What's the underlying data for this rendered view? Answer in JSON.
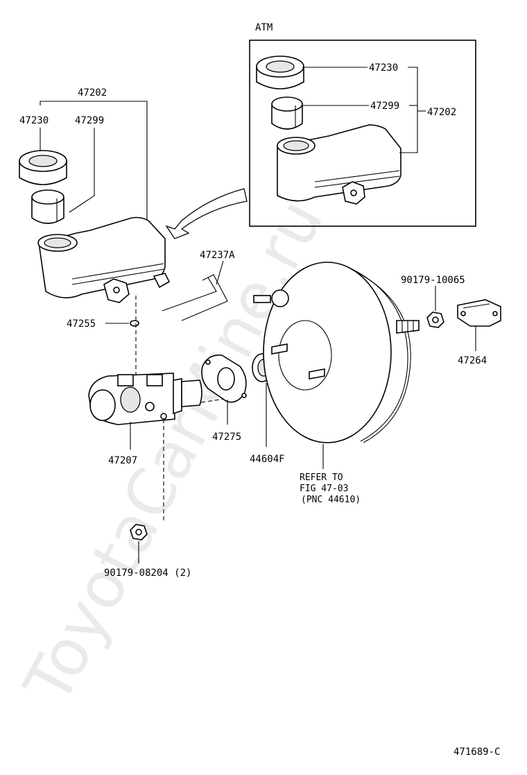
{
  "watermark": "ToyotaCarMine.ru",
  "inset": {
    "label": "ATM"
  },
  "labels": {
    "inset_47230": "47230",
    "inset_47299": "47299",
    "inset_47202": "47202",
    "main_47202": "47202",
    "main_47230": "47230",
    "main_47299": "47299",
    "p47237A": "47237A",
    "p47255": "47255",
    "p90179_10065": "90179-10065",
    "p47264": "47264",
    "p47275": "47275",
    "p44604F": "44604F",
    "p47207": "47207",
    "p90179_08204": "90179-08204 (2)",
    "refer_line1": "REFER TO",
    "refer_line2": "FIG 47-03",
    "refer_line3": "(PNC 44610)"
  },
  "figure_number": "471689-C"
}
